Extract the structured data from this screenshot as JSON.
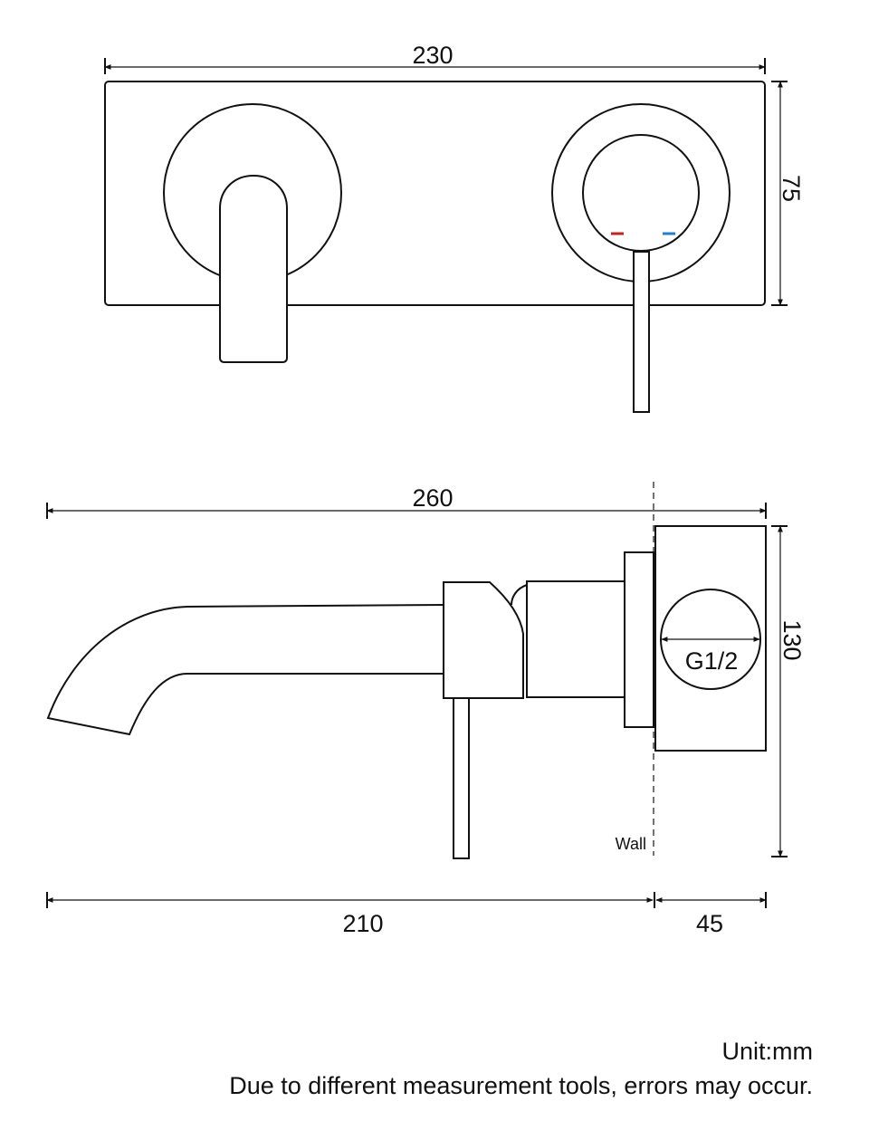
{
  "front_view": {
    "width_label": "230",
    "height_label": "75",
    "hot_color": "#cc1f1f",
    "cold_color": "#1f7fd1"
  },
  "side_view": {
    "total_length_label": "260",
    "height_label": "130",
    "spout_length_label": "210",
    "body_depth_label": "45",
    "thread_label": "G1/2",
    "wall_label": "Wall"
  },
  "notes": {
    "unit": "Unit:mm",
    "disclaimer": "Due to different measurement tools, errors may occur."
  },
  "colors": {
    "line": "#111111",
    "background": "#ffffff"
  }
}
